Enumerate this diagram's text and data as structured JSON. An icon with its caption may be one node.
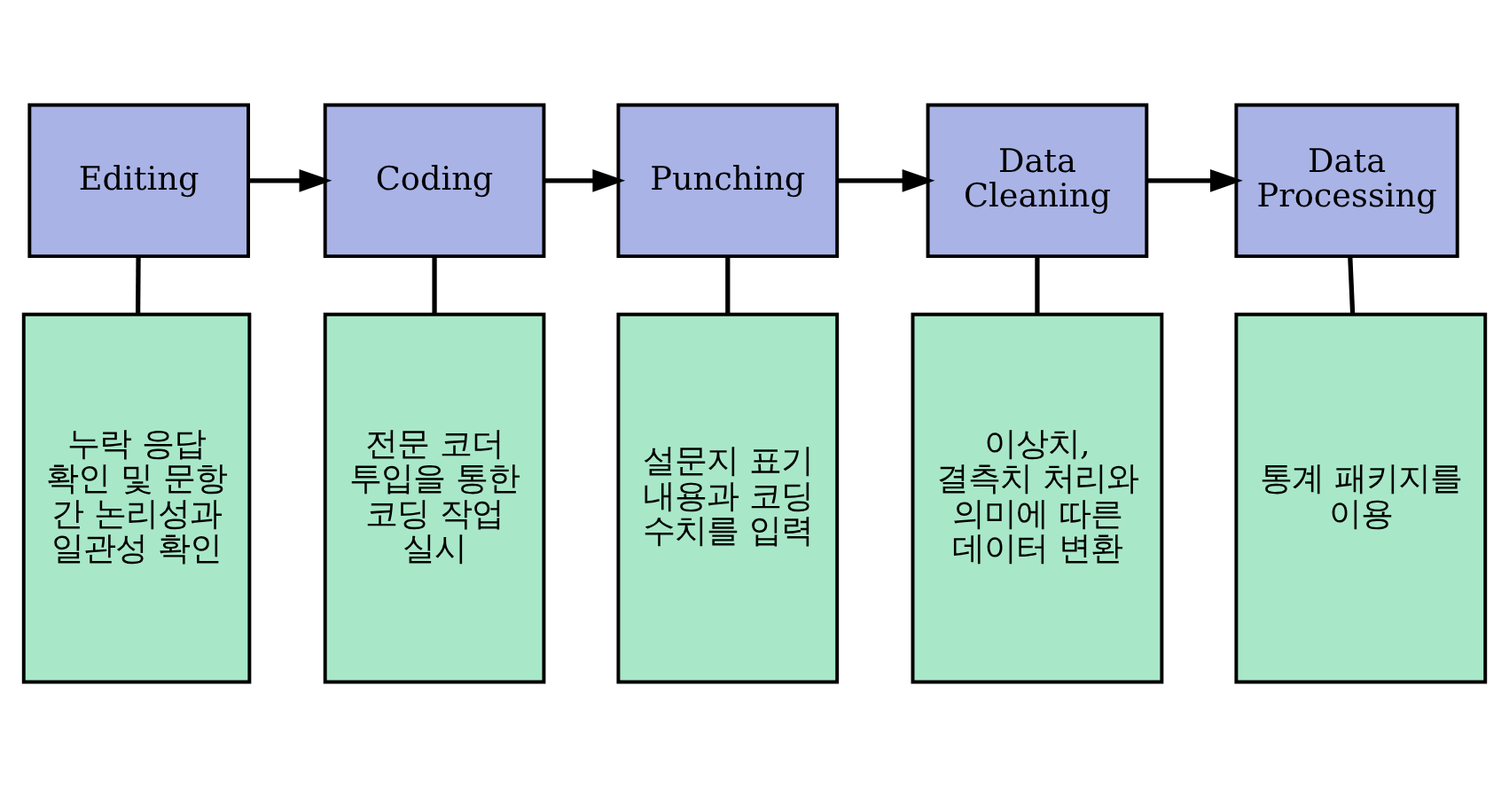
{
  "diagram": {
    "nodes": [
      {
        "text": [
          "Editing"
        ]
      },
      {
        "text": [
          "Coding"
        ]
      },
      {
        "text": [
          "Punching"
        ]
      },
      {
        "text": [
          "Data Cleaning"
        ]
      },
      {
        "text": [
          "Data Processing"
        ]
      },
      {
        "text": [
          "누락 응답 확인 및 문항 간 논리성과 일관성 확인"
        ]
      },
      {
        "text": [
          "전문 코더 투입을 통한 코딩 작업 실시"
        ]
      },
      {
        "text": [
          "설문지 표기 내용과 코딩 수치를 입력"
        ]
      },
      {
        "text": [
          "이상치, 결측치 처리와 의미에 따른 데이터 변환"
        ]
      },
      {
        "text": [
          "통계 패키지를 이용"
        ]
      }
    ],
    "edges": [
      {
        "from": 0,
        "to": 1,
        "arrow": "to"
      },
      {
        "from": 1,
        "to": 2,
        "arrow": "to"
      },
      {
        "from": 2,
        "to": 3,
        "arrow": "to"
      },
      {
        "from": 3,
        "to": 4,
        "arrow": "to"
      },
      {
        "from": 0,
        "to": 5,
        "arrow": "none"
      },
      {
        "from": 1,
        "to": 6,
        "arrow": "none"
      },
      {
        "from": 2,
        "to": 7,
        "arrow": "none"
      },
      {
        "from": 3,
        "to": 8,
        "arrow": "none"
      },
      {
        "from": 4,
        "to": 9,
        "arrow": "none"
      }
    ]
  }
}
